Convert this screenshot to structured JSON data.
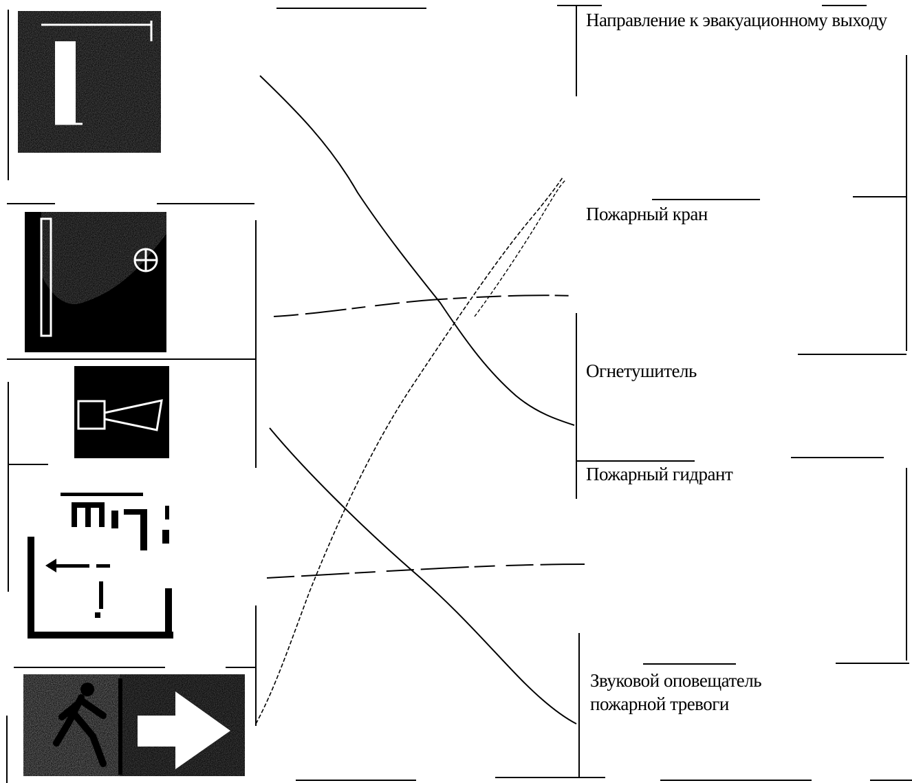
{
  "labels": {
    "exit_direction": "Направление к эвакуационному выходу",
    "fire_cock": "Пожарный кран",
    "extinguisher": "Огнетушитель",
    "hydrant": "Пожарный гидрант",
    "alarm": "Звуковой оповещатель пожарной тревоги"
  },
  "signs": [
    {
      "name": "door-sign",
      "icon": "door-icon"
    },
    {
      "name": "fire-cock-sign",
      "icon": "fire-cock-icon"
    },
    {
      "name": "alarm-sign",
      "icon": "siren-icon"
    },
    {
      "name": "hydrant-sign",
      "icon": "hydrant-icon"
    },
    {
      "name": "exit-sign",
      "icon": "running-man-exit-icon"
    }
  ],
  "colors": {
    "ink": "#000000",
    "paper": "#ffffff"
  }
}
